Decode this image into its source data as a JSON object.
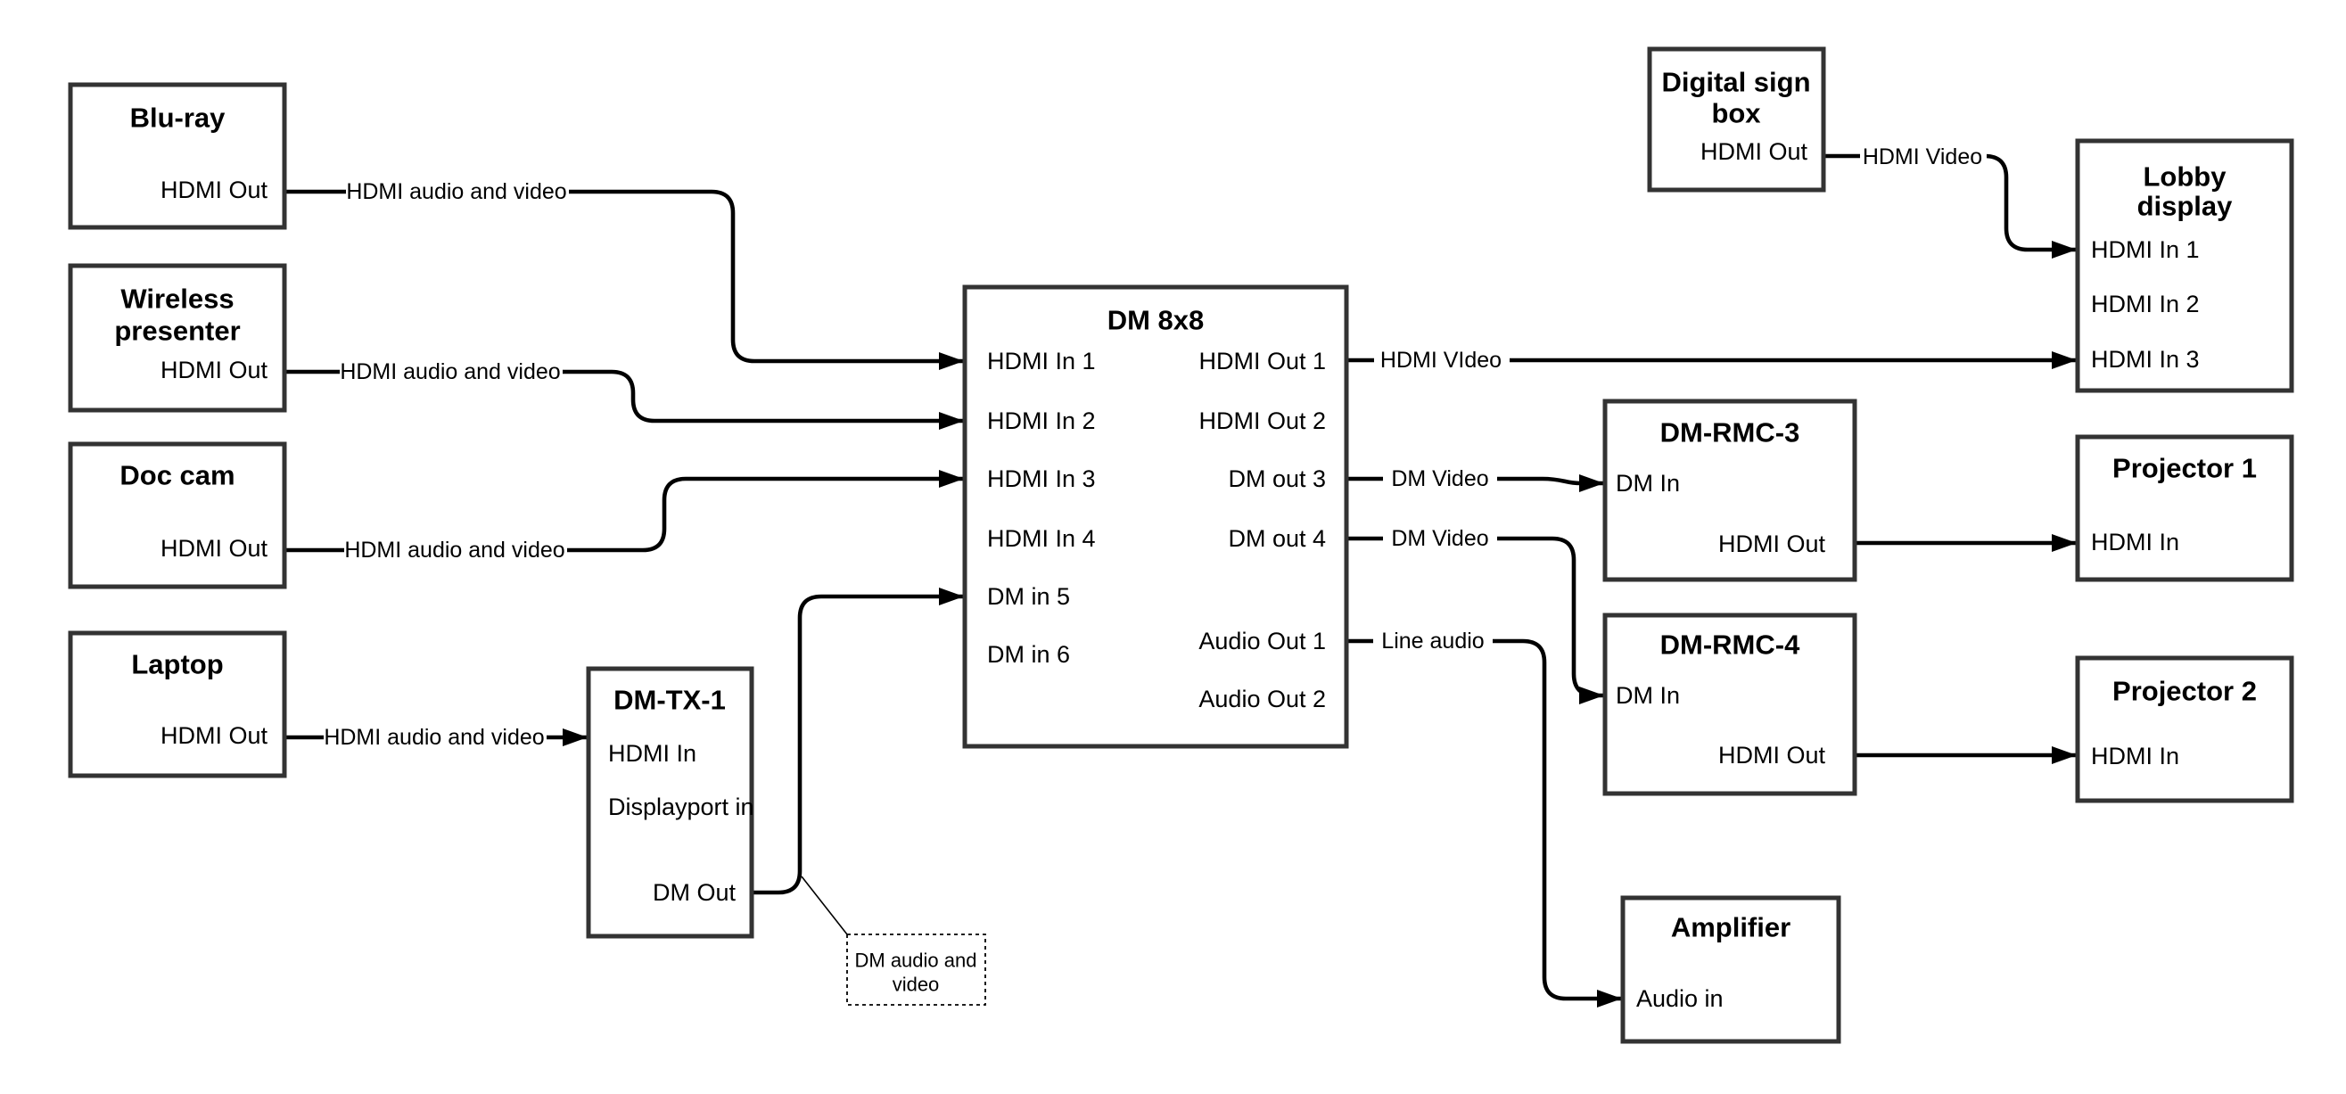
{
  "diagram_type": "AV signal flow diagram",
  "nodes": {
    "bluray": {
      "title": "Blu-ray",
      "ports": {
        "out": "HDMI Out"
      }
    },
    "wireless_presenter": {
      "title_line1": "Wireless",
      "title_line2": "presenter",
      "ports": {
        "out": "HDMI Out"
      }
    },
    "doc_cam": {
      "title": "Doc cam",
      "ports": {
        "out": "HDMI Out"
      }
    },
    "laptop": {
      "title": "Laptop",
      "ports": {
        "out": "HDMI Out"
      }
    },
    "dm_tx_1": {
      "title": "DM-TX-1",
      "ports": {
        "hdmi_in": "HDMI In",
        "displayport_in": "Displayport in",
        "dm_out": "DM Out"
      }
    },
    "dm_8x8": {
      "title": "DM 8x8",
      "input_ports": [
        "HDMI In 1",
        "HDMI In 2",
        "HDMI In 3",
        "HDMI In 4",
        "DM in 5",
        "DM in 6"
      ],
      "output_ports": [
        "HDMI Out 1",
        "HDMI Out 2",
        "DM out 3",
        "DM out 4",
        "Audio Out 1",
        "Audio Out 2"
      ]
    },
    "digital_sign_box": {
      "title_line1": "Digital sign",
      "title_line2": "box",
      "ports": {
        "out": "HDMI Out"
      }
    },
    "lobby_display": {
      "title_line1": "Lobby",
      "title_line2": "display",
      "input_ports": [
        "HDMI In 1",
        "HDMI In 2",
        "HDMI In 3"
      ]
    },
    "dm_rmc_3": {
      "title": "DM-RMC-3",
      "ports": {
        "in": "DM In",
        "out": "HDMI Out"
      }
    },
    "projector_1": {
      "title": "Projector 1",
      "ports": {
        "in": "HDMI In"
      }
    },
    "dm_rmc_4": {
      "title": "DM-RMC-4",
      "ports": {
        "in": "DM In",
        "out": "HDMI Out"
      }
    },
    "projector_2": {
      "title": "Projector 2",
      "ports": {
        "in": "HDMI In"
      }
    },
    "amplifier": {
      "title": "Amplifier",
      "ports": {
        "in": "Audio in"
      }
    }
  },
  "edge_labels": {
    "bluray_to_dm8x8": "HDMI audio and video",
    "wireless_to_dm8x8": "HDMI audio and video",
    "doccam_to_dm8x8": "HDMI audio and video",
    "laptop_to_dmtx1": "HDMI audio and video",
    "hdmi_out1_to_lobby": "HDMI VIdeo",
    "digital_sign_to_lobby": "HDMI Video",
    "dm_out3_to_rmc3": "DM Video",
    "dm_out4_to_rmc4": "DM Video",
    "audio_out1_to_amplifier": "Line audio"
  },
  "callout": {
    "line1": "DM audio and",
    "line2": "video"
  },
  "colors": {
    "background": "#ffffff",
    "box_border": "#333333",
    "connector": "#000000",
    "text": "#000000"
  }
}
